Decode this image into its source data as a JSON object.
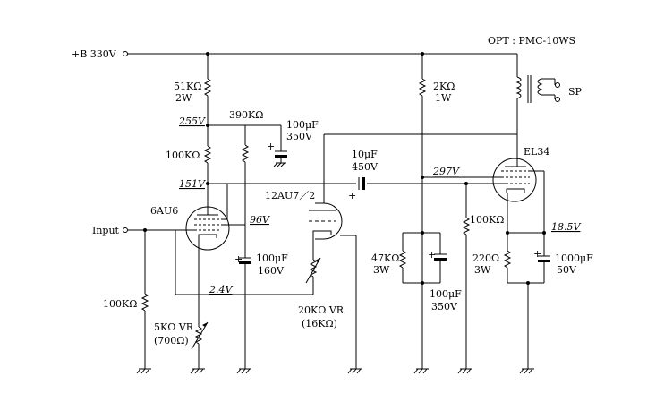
{
  "supply": {
    "label": "+B 330V"
  },
  "opt": {
    "label": "OPT : PMC-10WS"
  },
  "speaker": {
    "label": "SP"
  },
  "input": {
    "label": "Input"
  },
  "tubes": {
    "v1": {
      "label": "6AU6"
    },
    "v2": {
      "label": "12AU7／2"
    },
    "v3": {
      "label": "EL34"
    }
  },
  "voltages": {
    "v255": "255V",
    "v151": "151V",
    "v96": "96V",
    "v24": "2.4V",
    "v297": "297V",
    "v185": "18.5V"
  },
  "components": {
    "r51k": {
      "value": "51KΩ",
      "rating": "2W"
    },
    "r100k_plate": {
      "value": "100KΩ"
    },
    "r390k": {
      "value": "390KΩ"
    },
    "c100u_350": {
      "value": "100μF",
      "rating": "350V"
    },
    "c10u": {
      "value": "10μF",
      "rating": "450V"
    },
    "r2k": {
      "value": "2KΩ",
      "rating": "1W"
    },
    "c100u_160": {
      "value": "100μF",
      "rating": "160V"
    },
    "r100k_grid": {
      "value": "100KΩ"
    },
    "vr5k": {
      "value": "5KΩ VR",
      "setting": "(700Ω)"
    },
    "vr20k": {
      "value": "20KΩ VR",
      "setting": "(16KΩ)"
    },
    "r47k": {
      "value": "47KΩ",
      "rating": "3W"
    },
    "c100u_350b": {
      "value": "100μF",
      "rating": "350V"
    },
    "r100k_el34": {
      "value": "100KΩ"
    },
    "r220": {
      "value": "220Ω",
      "rating": "3W"
    },
    "c1000u": {
      "value": "1000μF",
      "rating": "50V"
    }
  },
  "plus_sign": "+"
}
